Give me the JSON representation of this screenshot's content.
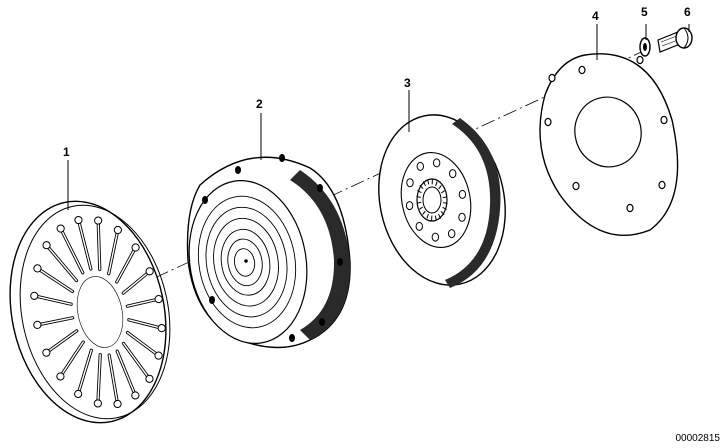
{
  "diagram": {
    "callouts": [
      {
        "id": "1",
        "label": "1"
      },
      {
        "id": "2",
        "label": "2"
      },
      {
        "id": "3",
        "label": "3"
      },
      {
        "id": "4",
        "label": "4"
      },
      {
        "id": "5",
        "label": "5"
      },
      {
        "id": "6",
        "label": "6"
      }
    ],
    "reference_number": "00002815",
    "colors": {
      "ink": "#000000",
      "paper": "#ffffff",
      "shade": "#2a2a2a"
    }
  }
}
